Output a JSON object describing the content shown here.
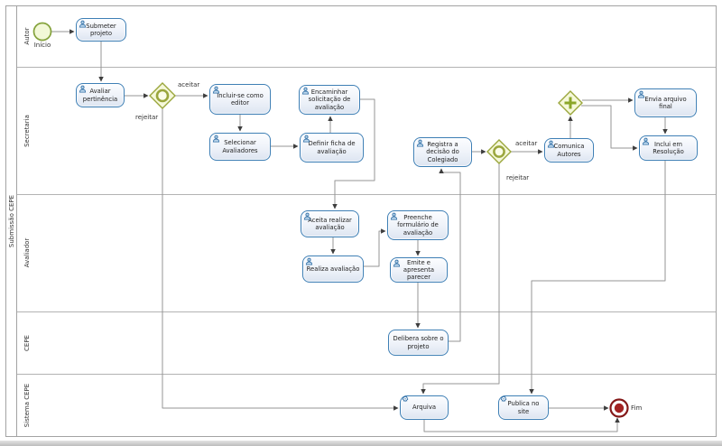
{
  "pool": {
    "label": "Submissão CEPE"
  },
  "lanes": [
    {
      "label": "Autor"
    },
    {
      "label": "Secretaria"
    },
    {
      "label": "Avaliador"
    },
    {
      "label": "CEPE"
    },
    {
      "label": "Sistema CEPE"
    }
  ],
  "tasks": [
    {
      "id": "submeter-projeto",
      "type": "user",
      "label": "Submeter projeto"
    },
    {
      "id": "avaliar-pertinencia",
      "type": "user",
      "label": "Avaliar pertinência"
    },
    {
      "id": "incluir-se-como-editor",
      "type": "user",
      "label": "Incluir-se como editor"
    },
    {
      "id": "selecionar-avaliadores",
      "type": "user",
      "label": "Selecionar Avaliadores"
    },
    {
      "id": "definir-ficha",
      "type": "user",
      "label": "Definir ficha de avaliação"
    },
    {
      "id": "encaminhar-solicitacao",
      "type": "user",
      "label": "Encaminhar solicitação de avaliação"
    },
    {
      "id": "registra-decisao",
      "type": "user",
      "label": "Registra a decisão do Colegiado"
    },
    {
      "id": "comunica-autores",
      "type": "user",
      "label": "Comunica Autores"
    },
    {
      "id": "envia-arquivo-final",
      "type": "user",
      "label": "Envia arquivo final"
    },
    {
      "id": "inclui-em-resolucao",
      "type": "user",
      "label": "Inclui em Resolução"
    },
    {
      "id": "aceita-realizar",
      "type": "user",
      "label": "Aceita realizar avaliação"
    },
    {
      "id": "realiza-avaliacao",
      "type": "user",
      "label": "Realiza avaliação"
    },
    {
      "id": "preenche-formulario",
      "type": "user",
      "label": "Preenche formulário de avaliação"
    },
    {
      "id": "emite-parecer",
      "type": "user",
      "label": "Emite e apresenta parecer"
    },
    {
      "id": "delibera-projeto",
      "type": "user",
      "label": "Delibera sobre o projeto"
    },
    {
      "id": "arquiva",
      "type": "service",
      "label": "Arquiva"
    },
    {
      "id": "publica-no-site",
      "type": "service",
      "label": "Publica no site"
    }
  ],
  "events": {
    "start_label": "Início",
    "end_label": "Fim"
  },
  "flow_labels": {
    "gw1_accept": "aceitar",
    "gw1_reject": "rejeitar",
    "gw2_accept": "aceitar",
    "gw2_reject": "rejeitar"
  },
  "icons": {
    "user_task": "user-icon",
    "service_task": "gear-icon",
    "service_glyph": "⚙"
  },
  "colors": {
    "task_border": "#3e7fb5",
    "task_fill_bottom": "#dde5f1",
    "gateway_stroke": "#9aa63c",
    "gateway_fill": "#f5f8da",
    "parallel_plus": "#8ba629",
    "start_stroke": "#84a23b",
    "start_fill": "#f2f8d7",
    "end_stroke": "#841919",
    "end_fill": "#a32222",
    "connector": "#969696"
  }
}
